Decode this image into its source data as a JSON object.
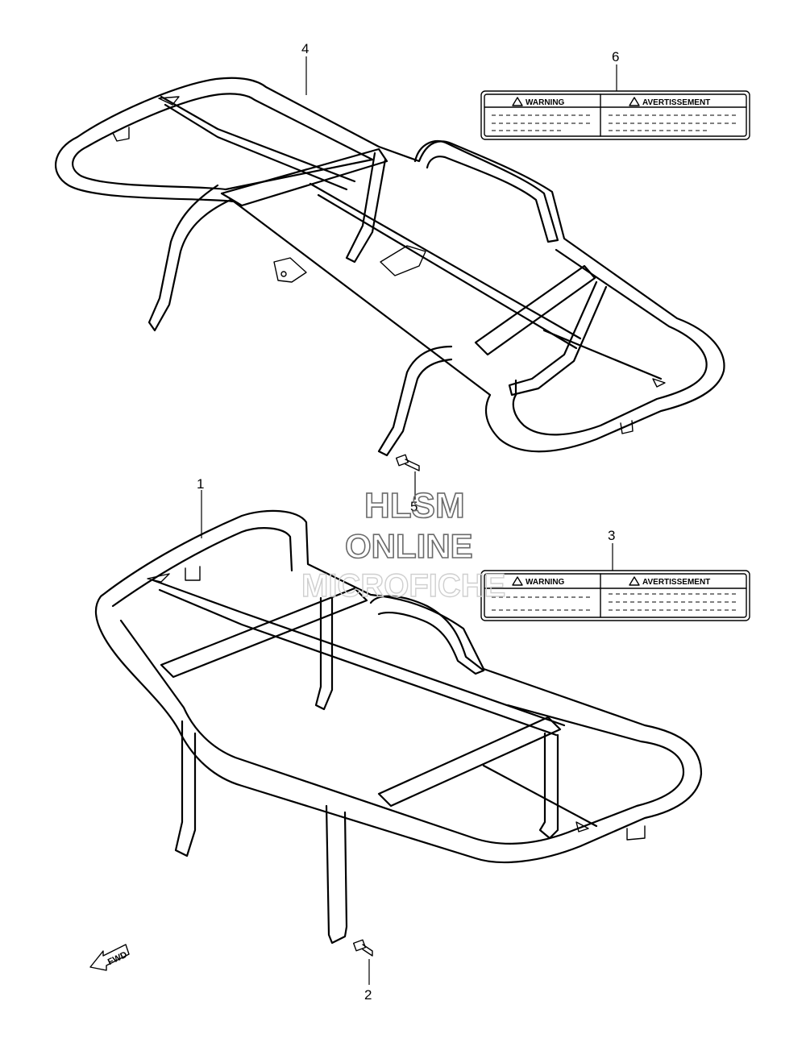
{
  "callouts": {
    "c1": "1",
    "c2": "2",
    "c3": "3",
    "c4": "4",
    "c5": "5",
    "c6": "6"
  },
  "labels": {
    "warning": "WARNING",
    "avertissement": "AVERTISSEMENT"
  },
  "watermark": {
    "line1": "HLSM",
    "line2": "ONLINE",
    "line3": "MICROFICHE"
  },
  "fwd": "FWD",
  "colors": {
    "line": "#000000",
    "background": "#ffffff",
    "watermark": "#6a6a6a"
  }
}
